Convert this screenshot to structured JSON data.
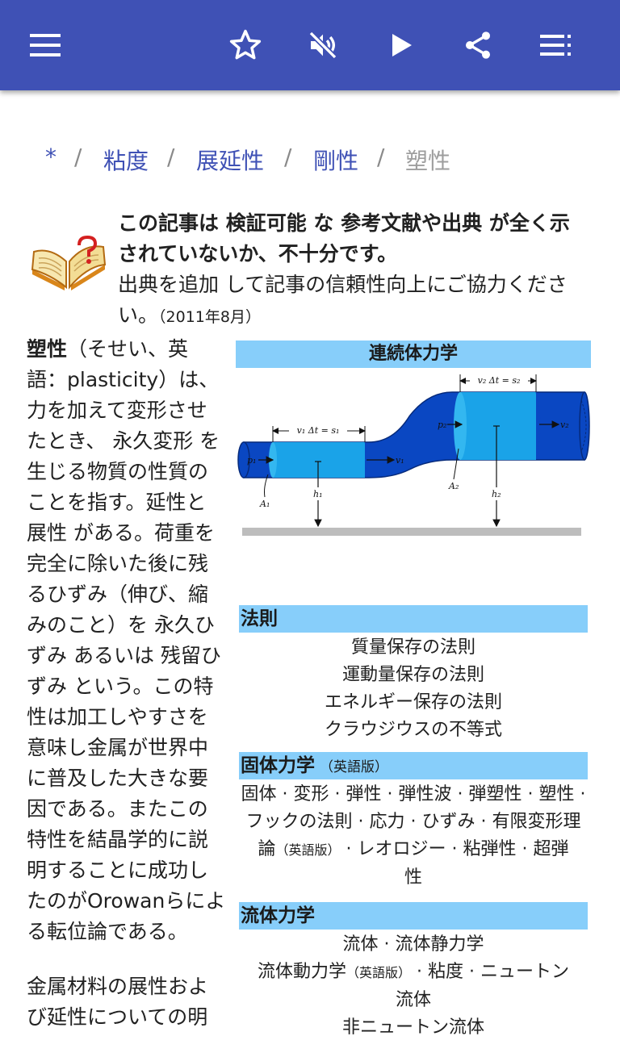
{
  "app_bar": {
    "bg_color": "#3f51b5",
    "icons": [
      "menu-icon",
      "star-icon",
      "mute-icon",
      "play-icon",
      "share-icon",
      "toc-icon"
    ]
  },
  "breadcrumb": {
    "items": [
      "*",
      "粘度",
      "展延性",
      "剛性"
    ],
    "current": "塑性",
    "separator": "/"
  },
  "notice": {
    "line1": "この記事は 検証可能 な 参考文献や出典 が全く示",
    "line2": "されていないか、不十分です。",
    "line3": "出典を追加 して記事の信頼性向上にご協力くださ",
    "line4_a": "い。",
    "line4_date": "（2011年8月）"
  },
  "article": {
    "term": "塑性",
    "lines": [
      "（そせい、英",
      "語：plasticity）は、",
      "力を加えて変形させ",
      "たとき、 永久変形 を",
      "生じる物質の性質の",
      "ことを指す。延性と",
      "展性 がある。荷重を",
      "完全に除いた後に残",
      "るひずみ（伸び、縮",
      "みのこと）を 永久ひ",
      "ずみ あるいは 残留ひ",
      "ずみ という。この特",
      "性は加工しやすさを",
      "意味し金属が世界中",
      "に普及した大きな要",
      "因である。またこの",
      "特性を結晶学的に説",
      "明することに成功し",
      "たのがOrowanらによ",
      "る転位論である。"
    ],
    "para2_lines": [
      "金属材料の展性およ",
      "び延性についての明"
    ]
  },
  "infobox": {
    "title": "連続体力学",
    "diagram_labels": {
      "s1": "v₁ Δt = s₁",
      "s2": "v₂ Δt = s₂",
      "p1": "p₁",
      "p2": "p₂",
      "v1": "v₁",
      "v2": "v₂",
      "a1": "A₁",
      "a2": "A₂",
      "h1": "h₁",
      "h2": "h₂"
    },
    "sections": {
      "laws": {
        "title": "法則",
        "items": [
          "質量保存の法則",
          "運動量保存の法則",
          "エネルギー保存の法則",
          "クラウジウスの不等式"
        ]
      },
      "solid": {
        "title": "固体力学",
        "en": "（英語版）",
        "line1": "固体 · 変形 · 弾性 · 弾性波 · 弾塑性 · 塑性 ·",
        "line2": "フックの法則 · 応力 · ひずみ · 有限変形理",
        "line3_a": "論",
        "line3_en": "（英語版）",
        "line3_b": " · レオロジー · 粘弾性 · 超弾",
        "line4": "性"
      },
      "fluid": {
        "title": "流体力学",
        "line1": "流体 · 流体静力学",
        "line2_a": "流体動力学",
        "line2_en": "（英語版）",
        "line2_b": " · 粘度 · ニュートン",
        "line3": "流体",
        "line4": "非ニュートン流体"
      }
    }
  },
  "colors": {
    "accent": "#3f51b5",
    "infobox_header": "#87cefa",
    "pipe_dark": "#0a47c2",
    "pipe_light": "#1aa3e8"
  }
}
